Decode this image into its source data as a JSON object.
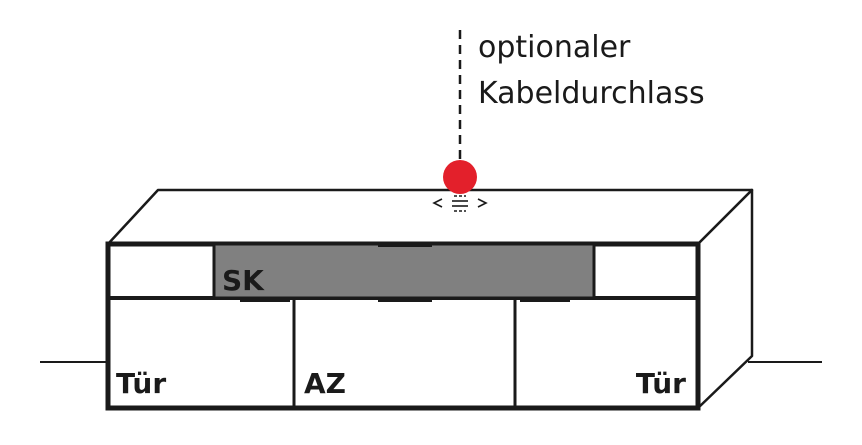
{
  "annotation": {
    "line1": "optionaler",
    "line2": "Kabeldurchlass"
  },
  "labels": {
    "sk": "SK",
    "tuer_left": "Tür",
    "az": "AZ",
    "tuer_right": "Tür"
  },
  "colors": {
    "line": "#1a1a1a",
    "panel_sk": "#808080",
    "marker": "#e3202b",
    "background": "#ffffff"
  },
  "icons": {
    "marker": "red-dot-marker",
    "cable_hole": "cable-outlet-symbol"
  }
}
